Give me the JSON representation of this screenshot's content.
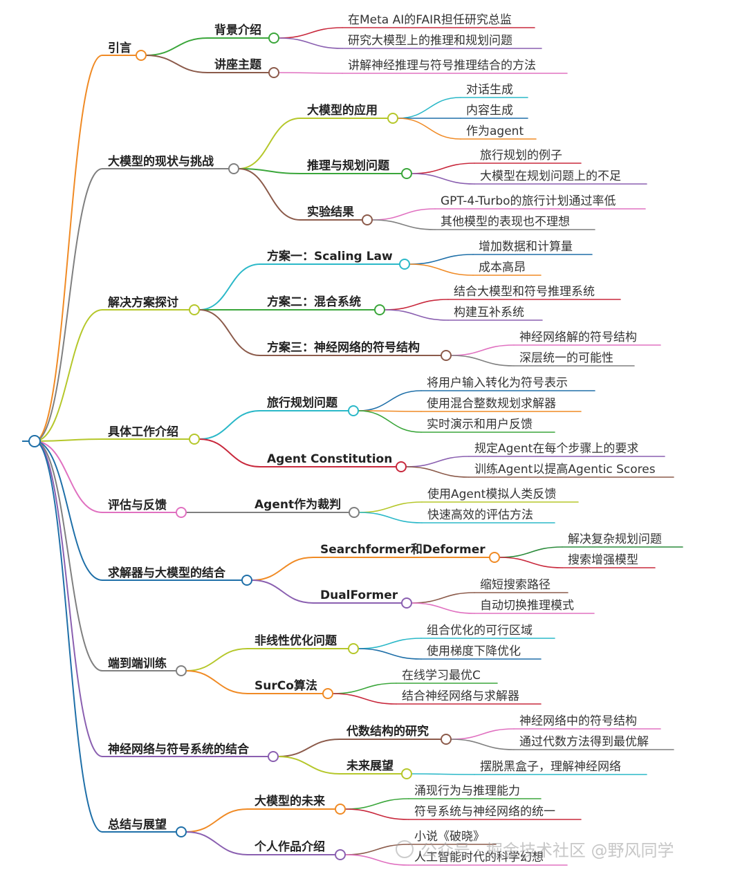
{
  "palette": {
    "orange": "#f08a24",
    "gray": "#7f7f7f",
    "olive": "#b5c72a",
    "green": "#3aa63a",
    "brown": "#8b5a4a",
    "cyan": "#2ab8c8",
    "red": "#c8283c",
    "purple": "#8a5fb0",
    "pink": "#e070c0",
    "blue": "#1e6fa8",
    "darkgreen": "#2a8a3a"
  },
  "root": {
    "color": "#1e6fa8"
  },
  "branches": [
    {
      "id": "b1",
      "label": "引言",
      "color": "orange",
      "children": [
        {
          "label": "背景介绍",
          "color": "green",
          "children": [
            {
              "label": "在Meta AI的FAIR担任研究总监",
              "color": "red"
            },
            {
              "label": "研究大模型上的推理和规划问题",
              "color": "purple"
            }
          ]
        },
        {
          "label": "讲座主题",
          "color": "brown",
          "children": [
            {
              "label": "讲解神经推理与符号推理结合的方法",
              "color": "pink"
            }
          ]
        }
      ]
    },
    {
      "id": "b2",
      "label": "大模型的现状与挑战",
      "color": "gray",
      "children": [
        {
          "label": "大模型的应用",
          "color": "olive",
          "children": [
            {
              "label": "对话生成",
              "color": "cyan"
            },
            {
              "label": "内容生成",
              "color": "blue"
            },
            {
              "label": "作为agent",
              "color": "orange"
            }
          ]
        },
        {
          "label": "推理与规划问题",
          "color": "green",
          "children": [
            {
              "label": "旅行规划的例子",
              "color": "red"
            },
            {
              "label": "大模型在规划问题上的不足",
              "color": "purple"
            }
          ]
        },
        {
          "label": "实验结果",
          "color": "brown",
          "children": [
            {
              "label": "GPT-4-Turbo的旅行计划通过率低",
              "color": "pink"
            },
            {
              "label": "其他模型的表现也不理想",
              "color": "gray"
            }
          ]
        }
      ]
    },
    {
      "id": "b3",
      "label": "解决方案探讨",
      "color": "olive",
      "children": [
        {
          "label": "方案一：Scaling Law",
          "color": "cyan",
          "children": [
            {
              "label": "增加数据和计算量",
              "color": "blue"
            },
            {
              "label": "成本高昂",
              "color": "orange"
            }
          ]
        },
        {
          "label": "方案二：混合系统",
          "color": "green",
          "children": [
            {
              "label": "结合大模型和符号推理系统",
              "color": "red"
            },
            {
              "label": "构建互补系统",
              "color": "purple"
            }
          ]
        },
        {
          "label": "方案三：神经网络的符号结构",
          "color": "brown",
          "children": [
            {
              "label": "神经网络解的符号结构",
              "color": "pink"
            },
            {
              "label": "深层统一的可能性",
              "color": "gray"
            }
          ]
        }
      ]
    },
    {
      "id": "b4",
      "label": "具体工作介绍",
      "color": "olive",
      "children": [
        {
          "label": "旅行规划问题",
          "color": "cyan",
          "children": [
            {
              "label": "将用户输入转化为符号表示",
              "color": "blue"
            },
            {
              "label": "使用混合整数规划求解器",
              "color": "orange"
            },
            {
              "label": "实时演示和用户反馈",
              "color": "green"
            }
          ]
        },
        {
          "label": "Agent Constitution",
          "color": "red",
          "children": [
            {
              "label": "规定Agent在每个步骤上的要求",
              "color": "purple"
            },
            {
              "label": "训练Agent以提高Agentic Scores",
              "color": "brown"
            }
          ]
        }
      ]
    },
    {
      "id": "b5",
      "label": "评估与反馈",
      "color": "pink",
      "children": [
        {
          "label": "Agent作为裁判",
          "color": "gray",
          "children": [
            {
              "label": "使用Agent模拟人类反馈",
              "color": "olive"
            },
            {
              "label": "快速高效的评估方法",
              "color": "cyan"
            }
          ]
        }
      ]
    },
    {
      "id": "b6",
      "label": "求解器与大模型的结合",
      "color": "blue",
      "children": [
        {
          "label": "Searchformer和Deformer",
          "color": "orange",
          "children": [
            {
              "label": "解决复杂规划问题",
              "color": "darkgreen"
            },
            {
              "label": "搜索增强模型",
              "color": "red"
            }
          ]
        },
        {
          "label": "DualFormer",
          "color": "purple",
          "children": [
            {
              "label": "缩短搜索路径",
              "color": "brown"
            },
            {
              "label": "自动切换推理模式",
              "color": "pink"
            }
          ]
        }
      ]
    },
    {
      "id": "b7",
      "label": "端到端训练",
      "color": "gray",
      "children": [
        {
          "label": "非线性优化问题",
          "color": "olive",
          "children": [
            {
              "label": "组合优化的可行区域",
              "color": "cyan"
            },
            {
              "label": "使用梯度下降优化",
              "color": "blue"
            }
          ]
        },
        {
          "label": "SurCo算法",
          "color": "orange",
          "children": [
            {
              "label": "在线学习最优C",
              "color": "green"
            },
            {
              "label": "结合神经网络与求解器",
              "color": "red"
            }
          ]
        }
      ]
    },
    {
      "id": "b8",
      "label": "神经网络与符号系统的结合",
      "color": "purple",
      "children": [
        {
          "label": "代数结构的研究",
          "color": "brown",
          "children": [
            {
              "label": "神经网络中的符号结构",
              "color": "pink"
            },
            {
              "label": "通过代数方法得到最优解",
              "color": "gray"
            }
          ]
        },
        {
          "label": "未来展望",
          "color": "olive",
          "children": [
            {
              "label": "摆脱黑盒子，理解神经网络",
              "color": "cyan"
            }
          ]
        }
      ]
    },
    {
      "id": "b9",
      "label": "总结与展望",
      "color": "blue",
      "children": [
        {
          "label": "大模型的未来",
          "color": "orange",
          "children": [
            {
              "label": "涌现行为与推理能力",
              "color": "green"
            },
            {
              "label": "符号系统与神经网络的统一",
              "color": "red"
            }
          ]
        },
        {
          "label": "个人作品介绍",
          "color": "purple",
          "children": [
            {
              "label": "小说《破晓》",
              "color": "brown"
            },
            {
              "label": "人工智能时代的科学幻想",
              "color": "pink"
            }
          ]
        }
      ]
    }
  ],
  "watermark": {
    "text": "公众号 · 掘金技术社区 @野风同学"
  }
}
